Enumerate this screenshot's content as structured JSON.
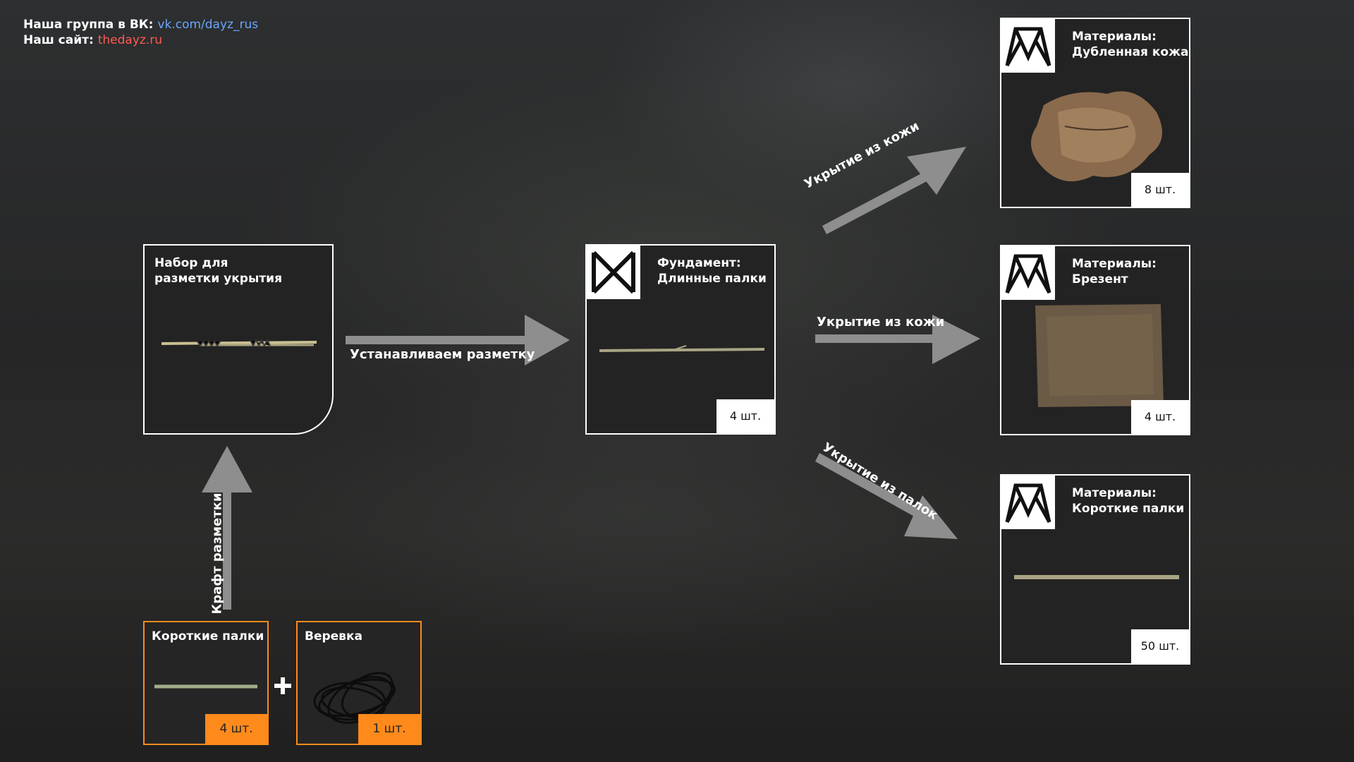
{
  "header": {
    "vk_label": "Наша группа в ВК:",
    "vk_link": "vk.com/dayz_rus",
    "site_label": "Наш сайт:",
    "site_link": "thedayz.ru"
  },
  "kit": {
    "title_line1": "Набор для",
    "title_line2": "разметки укрытия"
  },
  "foundation": {
    "title_line1": "Фундамент:",
    "title_line2": "Длинные палки",
    "qty": "4 шт."
  },
  "materials": [
    {
      "title_line1": "Материалы:",
      "title_line2": "Дубленная кожа",
      "qty": "8 шт."
    },
    {
      "title_line1": "Материалы:",
      "title_line2": "Брезент",
      "qty": "4 шт."
    },
    {
      "title_line1": "Материалы:",
      "title_line2": "Короткие палки",
      "qty": "50 шт."
    }
  ],
  "ingredients": [
    {
      "title": "Короткие палки",
      "qty": "4 шт."
    },
    {
      "title": "Веревка",
      "qty": "1 шт."
    }
  ],
  "plus": "+",
  "arrows": {
    "craft": "Крафт разметки",
    "install": "Устанавливаем разметку",
    "leather_up": "Укрытие из кожи",
    "leather_mid": "Укрытие из кожи",
    "sticks_down": "Укрытие из палок"
  },
  "colors": {
    "accent_orange": "#ff8a1c",
    "vk_link": "#6aa5ff",
    "site_link": "#ff5a52",
    "arrow_gray": "#8e8e8e"
  }
}
